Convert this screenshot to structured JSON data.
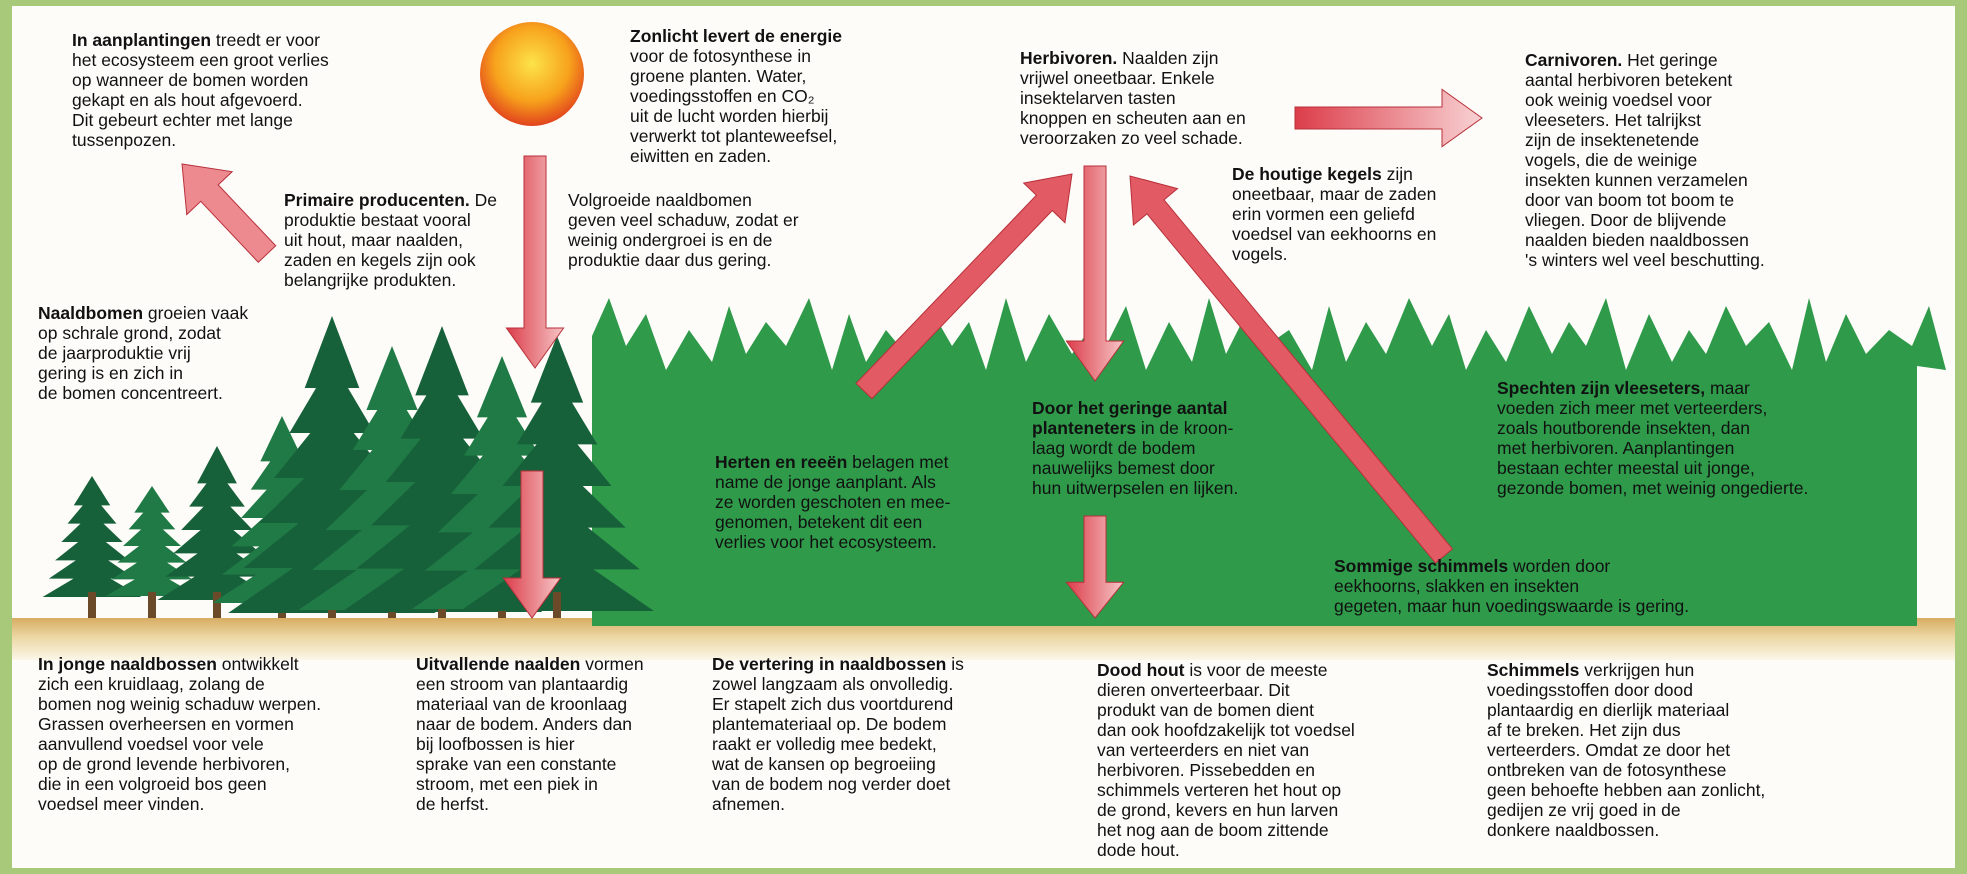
{
  "colors": {
    "forest": "#2e9a4a",
    "tree_dark": "#17613a",
    "ground": "#e3c488",
    "arrow": "#e0505a",
    "sun": "#f6a21c"
  },
  "icons": {
    "sun": "sun-icon",
    "arrow": "arrow-icon",
    "tree": "conifer-tree-icon"
  },
  "texts": {
    "aanplantingen": {
      "bold": "In aanplantingen",
      "body": " treedt er voor\nhet ecosysteem een groot verlies\nop wanneer de bomen worden\ngekapt en als hout afgevoerd.\nDit gebeurt echter met lange\ntussenpozen."
    },
    "zonlicht": {
      "bold": "Zonlicht levert de energie",
      "body": "\nvoor de fotosynthese in\ngroene planten. Water,\nvoedingsstoffen en CO₂\nuit de lucht worden hierbij\nverwerkt tot planteweefsel,\neiwitten en zaden."
    },
    "herbivoren": {
      "bold": "Herbivoren.",
      "body": " Naalden zijn\nvrijwel oneetbaar. Enkele\ninsektelarven tasten\nknoppen en scheuten aan en\nveroorzaken zo veel schade."
    },
    "carnivoren": {
      "bold": "Carnivoren.",
      "body": " Het geringe\naantal herbivoren betekent\nook weinig voedsel voor\nvleeseters. Het talrijkst\nzijn de insektenetende\nvogels, die de weinige\ninsekten kunnen verzamelen\ndoor van boom tot boom te\nvliegen. Door de blijvende\nnaalden bieden naaldbossen\n's winters wel veel beschutting."
    },
    "primaire": {
      "bold": "Primaire producenten.",
      "body": " De\nproduktie bestaat vooral\nuit hout, maar naalden,\nzaden en kegels zijn ook\nbelangrijke produkten."
    },
    "volgroeide": {
      "bold": "",
      "body": "Volgroeide naaldbomen\ngeven veel schaduw, zodat er\nweinig ondergroei is en de\nproduktie daar dus gering."
    },
    "kegels": {
      "bold": "De houtige kegels",
      "body": " zijn\noneetbaar, maar de zaden\nerin vormen een geliefd\nvoedsel van eekhoorns en\nvogels."
    },
    "naaldbomen": {
      "bold": "Naaldbomen",
      "body": " groeien vaak\nop schrale grond, zodat\nde jaarproduktie vrij\ngering is en zich in\nde bomen concentreert."
    },
    "spechten": {
      "bold": "Spechten zijn vleeseters,",
      "body": " maar\nvoeden zich meer met verteerders,\nzoals houtborende insekten, dan\nmet herbivoren. Aanplantingen\nbestaan echter meestal uit jonge,\ngezonde bomen, met weinig ongedierte."
    },
    "planteneters": {
      "bold": "Door het geringe aantal\nplanteneters",
      "body": " in de kroon-\nlaag wordt de bodem\nnauwelijks bemest door\nhun uitwerpselen en lijken."
    },
    "herten": {
      "bold": "Herten en reeën",
      "body": " belagen met\nname de jonge aanplant. Als\nze worden geschoten en mee-\ngenomen, betekent dit een\nverlies voor het ecosysteem."
    },
    "sommige": {
      "bold": "Sommige schimmels",
      "body": " worden door\neekhoorns, slakken en insekten\ngegeten, maar hun voedingswaarde is gering."
    },
    "jonge": {
      "bold": "In jonge naaldbossen",
      "body": " ontwikkelt\nzich een kruidlaag, zolang de\nbomen nog weinig schaduw werpen.\nGrassen overheersen en vormen\naanvullend voedsel voor vele\nop de grond levende herbivoren,\ndie in een volgroeid bos geen\nvoedsel meer vinden."
    },
    "uitvallende": {
      "bold": "Uitvallende naalden",
      "body": " vormen\neen stroom van plantaardig\nmateriaal van de kroonlaag\nnaar de bodem. Anders dan\nbij loofbossen is hier\nsprake van een constante\nstroom, met een piek in\nde herfst."
    },
    "vertering": {
      "bold": "De vertering in naaldbossen",
      "body": " is\nzowel langzaam als onvolledig.\nEr stapelt zich dus voortdurend\nplantemateriaal op. De bodem\nraakt er volledig mee bedekt,\nwat de kansen op begroeiing\nvan de bodem nog verder doet\nafnemen."
    },
    "dood_hout": {
      "bold": "Dood hout",
      "body": " is voor de meeste\ndieren onverteerbaar. Dit\nprodukt van de bomen dient\ndan ook hoofdzakelijk tot voedsel\nvan verteerders en niet van\nherbivoren. Pissebedden en\nschimmels verteren het hout op\nde grond, kevers en hun larven\nhet nog aan de boom zittende\ndode hout."
    },
    "schimmels": {
      "bold": "Schimmels",
      "body": " verkrijgen hun\nvoedingsstoffen door dood\nplantaardig en dierlijk materiaal\naf te breken. Het zijn dus\nverteerders. Omdat ze door het\nontbreken van de fotosynthese\ngeen behoefte hebben aan zonlicht,\ngedijen ze vrij goed in de\ndonkere naaldbossen."
    }
  }
}
